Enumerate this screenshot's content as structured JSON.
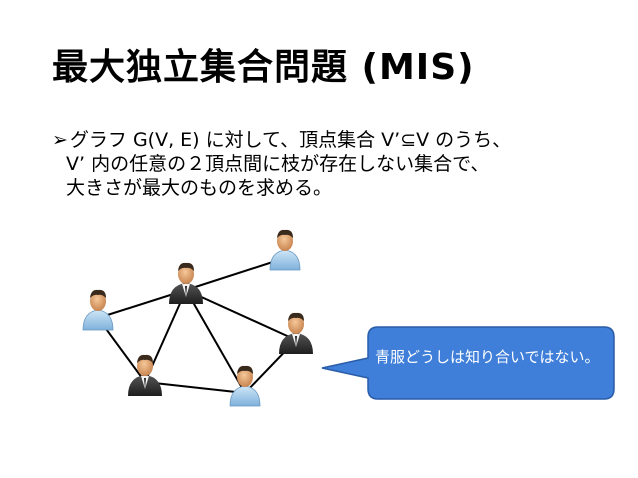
{
  "slide": {
    "title": "最大独立集合問題 (MIS)",
    "bullet": "➢",
    "lines": [
      "グラフ G(V, E) に対して、頂点集合 V’⊆V のうち、",
      "V’ 内の任意の２頂点間に枝が存在しない集合で、",
      "大きさが最大のものを求める。"
    ],
    "callout": "青服どうしは知り合いではない。"
  },
  "colors": {
    "callout_fill": "#3f7fd9",
    "callout_stroke": "#2a5ca8",
    "blue_shirt": "#9ec9ea",
    "dark_suit": "#2e2e2e",
    "skin": "#e0a878",
    "hair": "#3a2a1c"
  },
  "graph": {
    "people": [
      {
        "id": "p1",
        "shirt": "blue"
      },
      {
        "id": "p2",
        "shirt": "dark"
      },
      {
        "id": "p3",
        "shirt": "blue"
      },
      {
        "id": "p4",
        "shirt": "dark"
      },
      {
        "id": "p5",
        "shirt": "dark"
      },
      {
        "id": "p6",
        "shirt": "blue"
      }
    ],
    "edges": [
      [
        "p2",
        "p3"
      ],
      [
        "p2",
        "p1"
      ],
      [
        "p2",
        "p5"
      ],
      [
        "p2",
        "p4"
      ],
      [
        "p2",
        "p6"
      ],
      [
        "p1",
        "p5"
      ],
      [
        "p5",
        "p6"
      ],
      [
        "p6",
        "p4"
      ]
    ]
  }
}
